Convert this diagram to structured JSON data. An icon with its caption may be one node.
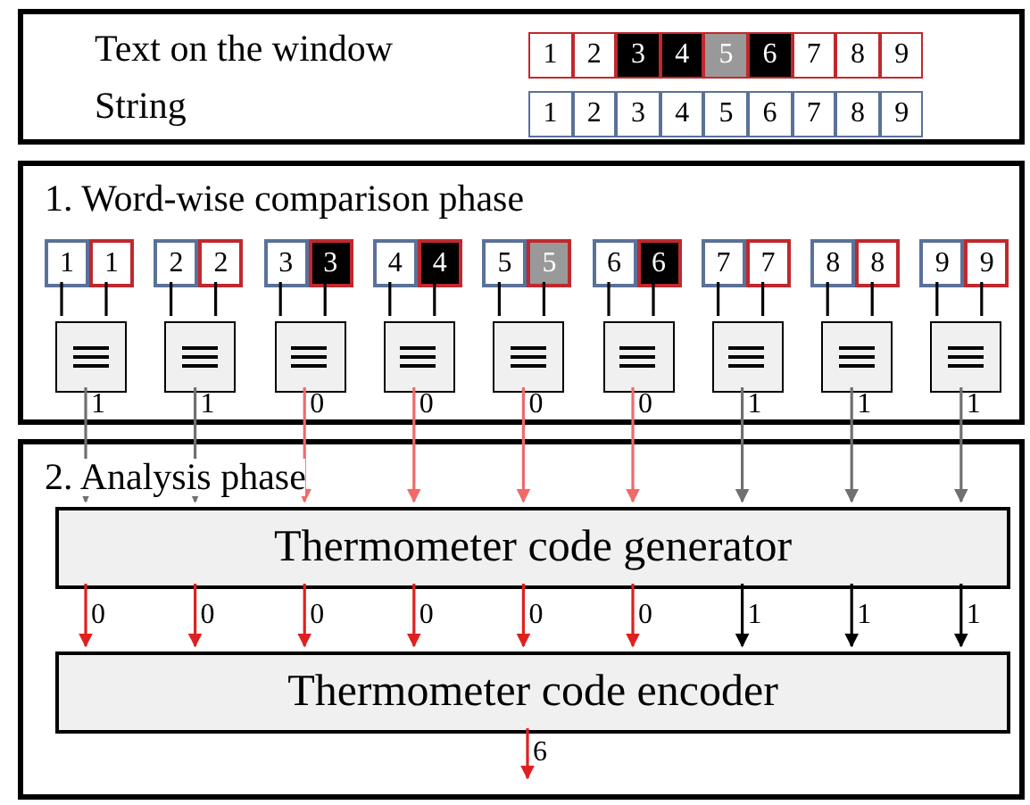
{
  "diagram": {
    "nodes": [
      {
        "text": [
          "Text on the window",
          "String"
        ]
      },
      {
        "text": [
          "1"
        ],
        "in": 0
      },
      {
        "text": [
          "2"
        ],
        "in": 0
      },
      {
        "text": [
          "3"
        ],
        "in": 0
      },
      {
        "text": [
          "4"
        ],
        "in": 0
      },
      {
        "text": [
          "5"
        ],
        "in": 0
      },
      {
        "text": [
          "6"
        ],
        "in": 0
      },
      {
        "text": [
          "7"
        ],
        "in": 0
      },
      {
        "text": [
          "8"
        ],
        "in": 0
      },
      {
        "text": [
          "9"
        ],
        "in": 0
      },
      {
        "text": [
          "1"
        ],
        "in": 0
      },
      {
        "text": [
          "2"
        ],
        "in": 0
      },
      {
        "text": [
          "3"
        ],
        "in": 0
      },
      {
        "text": [
          "4"
        ],
        "in": 0
      },
      {
        "text": [
          "5"
        ],
        "in": 0
      },
      {
        "text": [
          "6"
        ],
        "in": 0
      },
      {
        "text": [
          "7"
        ],
        "in": 0
      },
      {
        "text": [
          "8"
        ],
        "in": 0
      },
      {
        "text": [
          "9"
        ],
        "in": 0
      },
      {
        "text": [
          "1. Word-wise comparison phase"
        ]
      },
      {
        "text": [
          "1"
        ],
        "in": 19
      },
      {
        "text": [
          "1"
        ],
        "in": 19
      },
      {
        "text": [
          "2"
        ],
        "in": 19
      },
      {
        "text": [
          "2"
        ],
        "in": 19
      },
      {
        "text": [
          "3"
        ],
        "in": 19
      },
      {
        "text": [
          "3"
        ],
        "in": 19
      },
      {
        "text": [
          "4"
        ],
        "in": 19
      },
      {
        "text": [
          "4"
        ],
        "in": 19
      },
      {
        "text": [
          "5"
        ],
        "in": 19
      },
      {
        "text": [
          "5"
        ],
        "in": 19
      },
      {
        "text": [
          "6"
        ],
        "in": 19
      },
      {
        "text": [
          "6"
        ],
        "in": 19
      },
      {
        "text": [
          "7"
        ],
        "in": 19
      },
      {
        "text": [
          "7"
        ],
        "in": 19
      },
      {
        "text": [
          "8"
        ],
        "in": 19
      },
      {
        "text": [
          "8"
        ],
        "in": 19
      },
      {
        "text": [
          "9"
        ],
        "in": 19
      },
      {
        "text": [
          "9"
        ],
        "in": 19
      },
      {
        "text": [],
        "shape": "box",
        "in": 19
      },
      {
        "text": [],
        "shape": "box",
        "in": 19
      },
      {
        "text": [],
        "shape": "box",
        "in": 19
      },
      {
        "text": [],
        "shape": "box",
        "in": 19
      },
      {
        "text": [],
        "shape": "box",
        "in": 19
      },
      {
        "text": [],
        "shape": "box",
        "in": 19
      },
      {
        "text": [],
        "shape": "box",
        "in": 19
      },
      {
        "text": [],
        "shape": "box",
        "in": 19
      },
      {
        "text": [],
        "shape": "box",
        "in": 19
      },
      {
        "text": [
          "2. Analysis phase"
        ]
      },
      {
        "text": [
          "Thermometer code generator"
        ],
        "in": 47
      },
      {
        "text": [
          "Thermometer code encoder"
        ],
        "in": 47
      }
    ],
    "edges": [
      {
        "from": 20,
        "to": 38,
        "arrow": "none"
      },
      {
        "from": 21,
        "to": 38,
        "arrow": "none"
      },
      {
        "from": 22,
        "to": 39,
        "arrow": "none"
      },
      {
        "from": 23,
        "to": 39,
        "arrow": "none"
      },
      {
        "from": 24,
        "to": 40,
        "arrow": "none"
      },
      {
        "from": 25,
        "to": 40,
        "arrow": "none"
      },
      {
        "from": 26,
        "to": 41,
        "arrow": "none"
      },
      {
        "from": 27,
        "to": 41,
        "arrow": "none"
      },
      {
        "from": 28,
        "to": 42,
        "arrow": "none"
      },
      {
        "from": 29,
        "to": 42,
        "arrow": "none"
      },
      {
        "from": 30,
        "to": 43,
        "arrow": "none"
      },
      {
        "from": 31,
        "to": 43,
        "arrow": "none"
      },
      {
        "from": 32,
        "to": 44,
        "arrow": "none"
      },
      {
        "from": 33,
        "to": 44,
        "arrow": "none"
      },
      {
        "from": 34,
        "to": 45,
        "arrow": "none"
      },
      {
        "from": 35,
        "to": 45,
        "arrow": "none"
      },
      {
        "from": 36,
        "to": 46,
        "arrow": "none"
      },
      {
        "from": 37,
        "to": 46,
        "arrow": "none"
      },
      {
        "from": 38,
        "to": 48,
        "arrow": "to",
        "label": "1",
        "color": "#707070"
      },
      {
        "from": 39,
        "to": 48,
        "arrow": "to",
        "label": "1",
        "color": "#707070"
      },
      {
        "from": 40,
        "to": 48,
        "arrow": "to",
        "label": "0",
        "color": "#f06a6a"
      },
      {
        "from": 41,
        "to": 48,
        "arrow": "to",
        "label": "0",
        "color": "#f06a6a"
      },
      {
        "from": 42,
        "to": 48,
        "arrow": "to",
        "label": "0",
        "color": "#f06a6a"
      },
      {
        "from": 43,
        "to": 48,
        "arrow": "to",
        "label": "0",
        "color": "#f06a6a"
      },
      {
        "from": 44,
        "to": 48,
        "arrow": "to",
        "label": "1",
        "color": "#707070"
      },
      {
        "from": 45,
        "to": 48,
        "arrow": "to",
        "label": "1",
        "color": "#707070"
      },
      {
        "from": 46,
        "to": 48,
        "arrow": "to",
        "label": "1",
        "color": "#707070"
      },
      {
        "from": 48,
        "to": 49,
        "arrow": "to",
        "label": "0",
        "color": "#e02020"
      },
      {
        "from": 48,
        "to": 49,
        "arrow": "to",
        "label": "0",
        "color": "#e02020"
      },
      {
        "from": 48,
        "to": 49,
        "arrow": "to",
        "label": "0",
        "color": "#e02020"
      },
      {
        "from": 48,
        "to": 49,
        "arrow": "to",
        "label": "0",
        "color": "#e02020"
      },
      {
        "from": 48,
        "to": 49,
        "arrow": "to",
        "label": "0",
        "color": "#e02020"
      },
      {
        "from": 48,
        "to": 49,
        "arrow": "to",
        "label": "0",
        "color": "#e02020"
      },
      {
        "from": 48,
        "to": 49,
        "arrow": "to",
        "label": "1"
      },
      {
        "from": 48,
        "to": 49,
        "arrow": "to",
        "label": "1"
      },
      {
        "from": 48,
        "to": 49,
        "arrow": "to",
        "label": "1"
      },
      {
        "from": 49,
        "to": null,
        "arrow": "to",
        "label": "6",
        "color": "#e02020"
      }
    ]
  }
}
